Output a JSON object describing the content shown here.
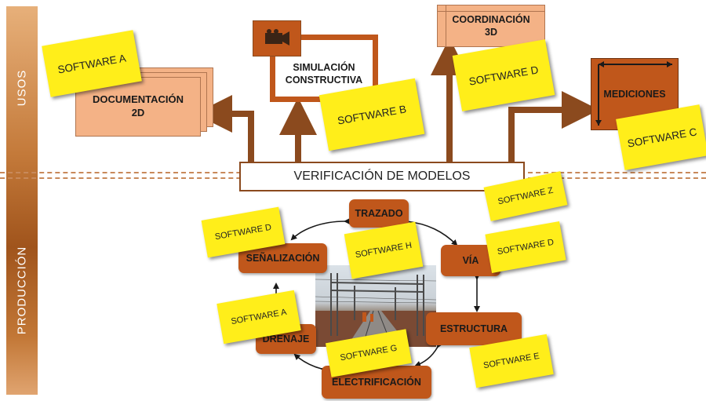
{
  "side": {
    "usos": "USOS",
    "produccion": "PRODUCCIÓN"
  },
  "uses": {
    "documentacion": "DOCUMENTACIÓN\n2D",
    "simulacion": "SIMULACIÓN\nCONSTRUCTIVA",
    "coordinacion": "COORDINACIÓN\n3D",
    "mediciones": "MEDICIONES"
  },
  "verificacion": "VERIFICACIÓN DE MODELOS",
  "production": {
    "trazado": "TRAZADO",
    "via": "VÍA",
    "estructura": "ESTRUCTURA",
    "electrificacion": "ELECTRIFICACIÓN",
    "drenaje": "DRENAJE",
    "senalizacion": "SEÑALIZACIÓN"
  },
  "notes": {
    "a_top": "SOFTWARE A",
    "b": "SOFTWARE B",
    "d_top": "SOFTWARE D",
    "c": "SOFTWARE C",
    "z": "SOFTWARE Z",
    "d_left": "SOFTWARE D",
    "h": "SOFTWARE H",
    "d_right": "SOFTWARE D",
    "a_bottom": "SOFTWARE A",
    "g": "SOFTWARE G",
    "e": "SOFTWARE E"
  },
  "colors": {
    "arrow_brown": "#8b4a1e",
    "box_light": "#f4b286",
    "box_dark": "#c0571b",
    "note_yellow": "#ffee1a",
    "side_bar": "#a0541c"
  },
  "icons": [
    "video-camera-icon",
    "dimension-arrows-icon",
    "railway-photo"
  ]
}
